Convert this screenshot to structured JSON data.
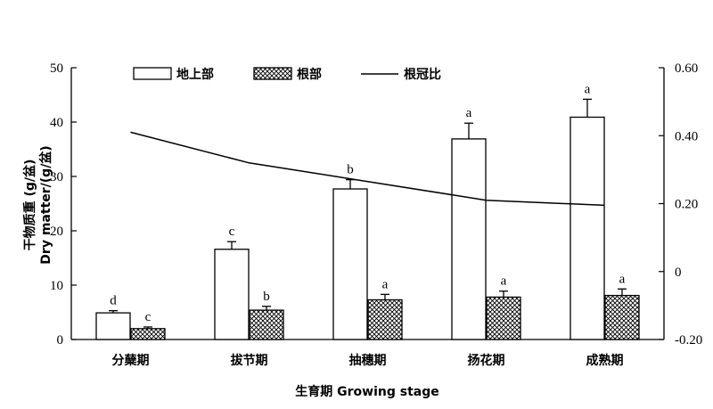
{
  "chart_data": {
    "type": "bar",
    "categories": [
      "分蘖期",
      "拔节期",
      "抽穗期",
      "扬花期",
      "成熟期"
    ],
    "xlabel": "生育期 Growing stage",
    "ylabel_cn": "干物质重 (g/盆)",
    "ylabel_en": "Dry matter/(g/盆)",
    "ylim": [
      0,
      50
    ],
    "yticks": [
      0,
      10,
      20,
      30,
      40,
      50
    ],
    "y2lim": [
      -0.2,
      0.6
    ],
    "y2ticks": [
      -0.2,
      0,
      0.2,
      0.4,
      0.6
    ],
    "y2tick_labels": [
      "-0.20",
      "0",
      "0.20",
      "0.40",
      "0.60"
    ],
    "legend_position": "top",
    "series": [
      {
        "name": "地上部",
        "kind": "bar",
        "fill": "#ffffff",
        "values": [
          4.9,
          16.6,
          27.7,
          36.9,
          40.9
        ],
        "errors": [
          0.4,
          1.4,
          1.7,
          2.9,
          3.3
        ],
        "labels": [
          "d",
          "c",
          "b",
          "a",
          "a"
        ]
      },
      {
        "name": "根部",
        "kind": "bar",
        "fill": "hatched",
        "values": [
          2.0,
          5.4,
          7.3,
          7.8,
          8.1
        ],
        "errors": [
          0.3,
          0.7,
          1.0,
          1.1,
          1.2
        ],
        "labels": [
          "c",
          "b",
          "a",
          "a",
          "a"
        ]
      },
      {
        "name": "根冠比",
        "kind": "line",
        "axis": "right",
        "values": [
          0.41,
          0.32,
          0.265,
          0.21,
          0.195
        ]
      }
    ]
  }
}
